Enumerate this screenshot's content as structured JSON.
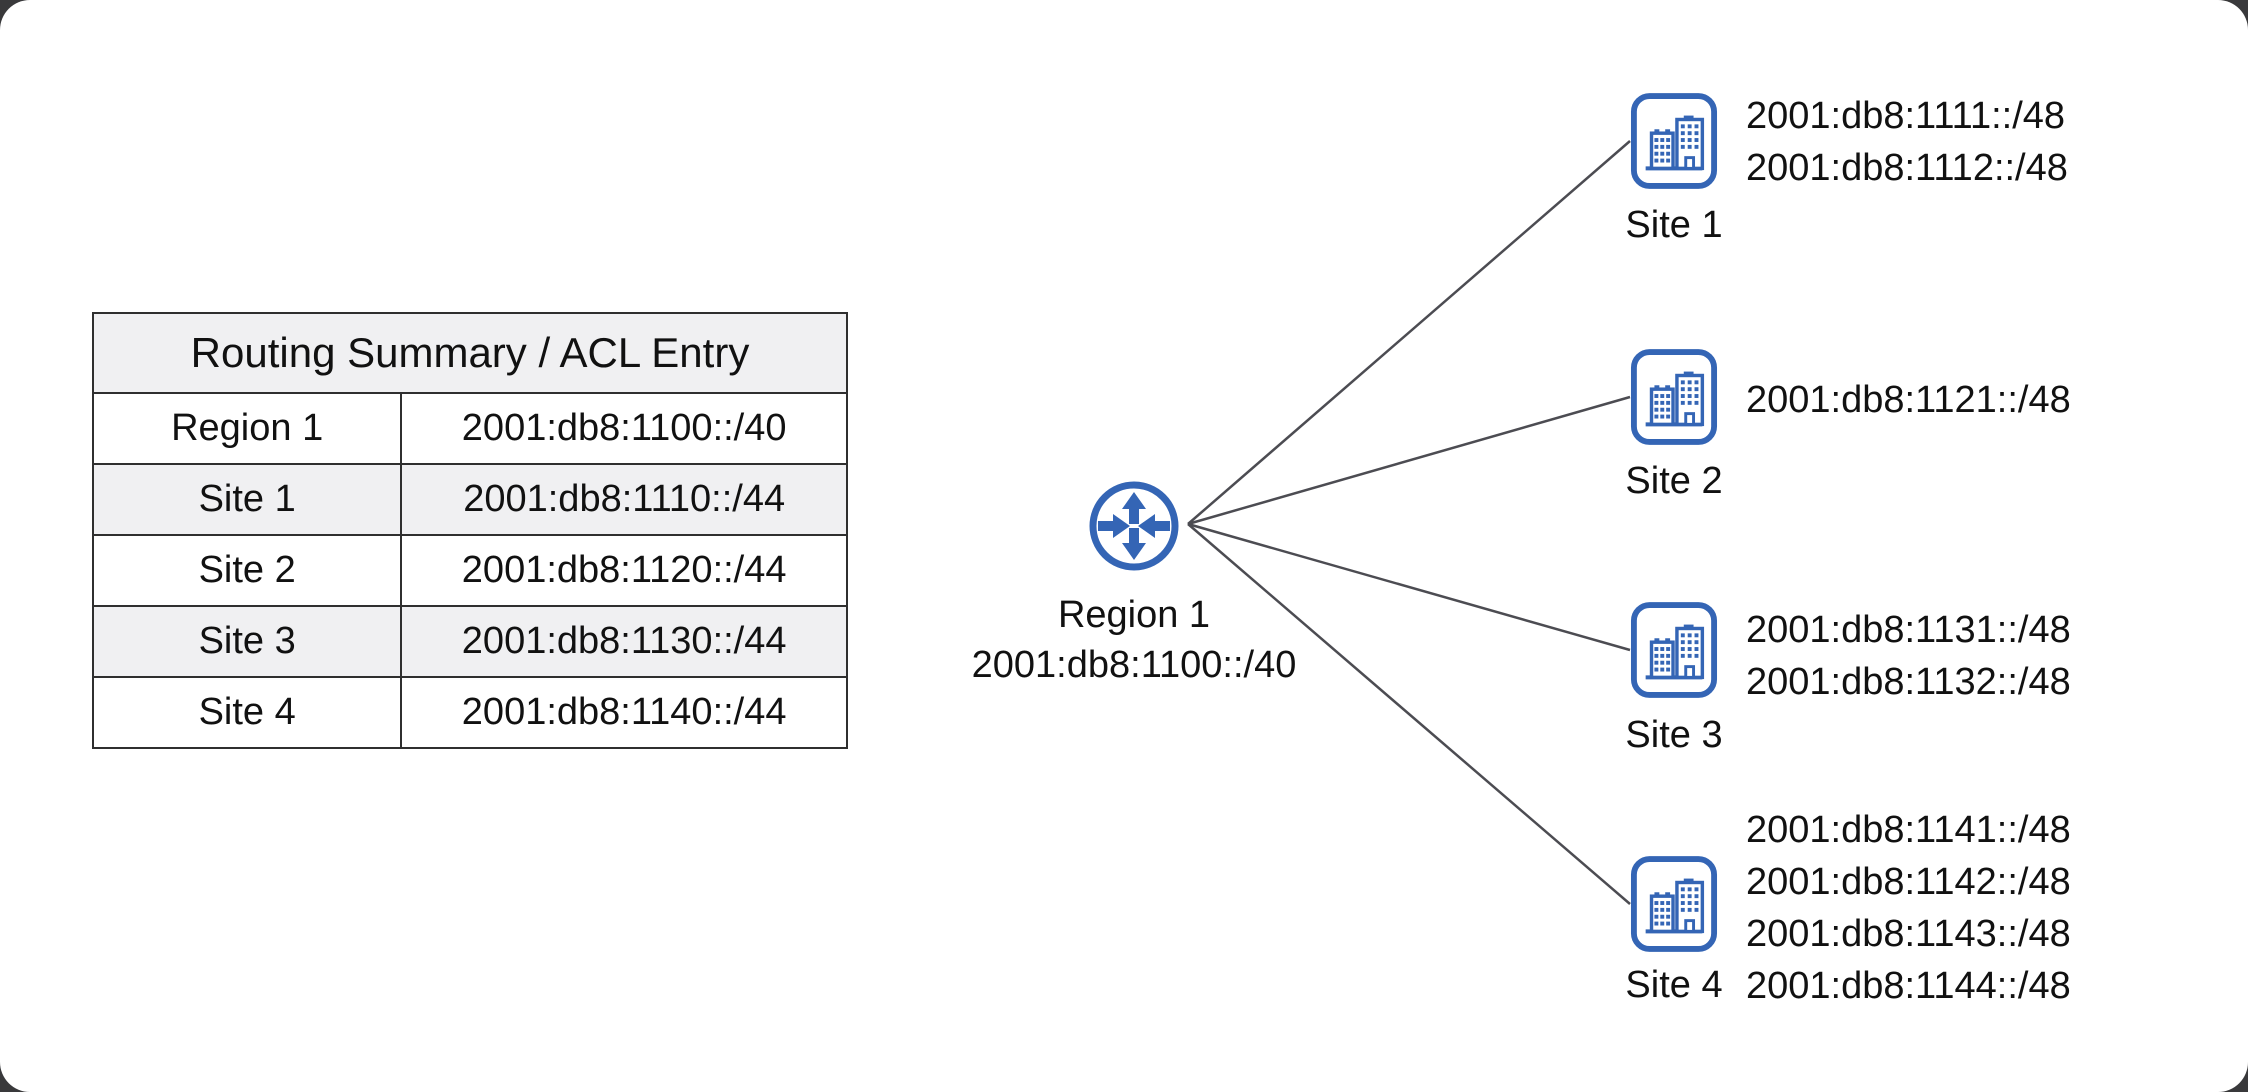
{
  "table": {
    "title": "Routing Summary / ACL Entry",
    "rows": [
      {
        "label": "Region 1",
        "value": "2001:db8:1100::/40"
      },
      {
        "label": "Site 1",
        "value": "2001:db8:1110::/44"
      },
      {
        "label": "Site 2",
        "value": "2001:db8:1120::/44"
      },
      {
        "label": "Site 3",
        "value": "2001:db8:1130::/44"
      },
      {
        "label": "Site 4",
        "value": "2001:db8:1140::/44"
      }
    ]
  },
  "diagram": {
    "router": {
      "label": "Region 1",
      "prefix": "2001:db8:1100::/40"
    },
    "sites": [
      {
        "label": "Site 1",
        "prefixes": [
          "2001:db8:1111::/48",
          "2001:db8:1112::/48"
        ]
      },
      {
        "label": "Site 2",
        "prefixes": [
          "2001:db8:1121::/48"
        ]
      },
      {
        "label": "Site 3",
        "prefixes": [
          "2001:db8:1131::/48",
          "2001:db8:1132::/48"
        ]
      },
      {
        "label": "Site 4",
        "prefixes": [
          "2001:db8:1141::/48",
          "2001:db8:1142::/48",
          "2001:db8:1143::/48",
          "2001:db8:1144::/48"
        ]
      }
    ]
  },
  "colors": {
    "icon_blue": "#3465b5",
    "link_gray": "#4c4c52",
    "table_stripe": "#f0f0f2",
    "table_border": "#2f2f2f",
    "canvas_background": "#ffffff",
    "outer_background": "#39393b"
  }
}
